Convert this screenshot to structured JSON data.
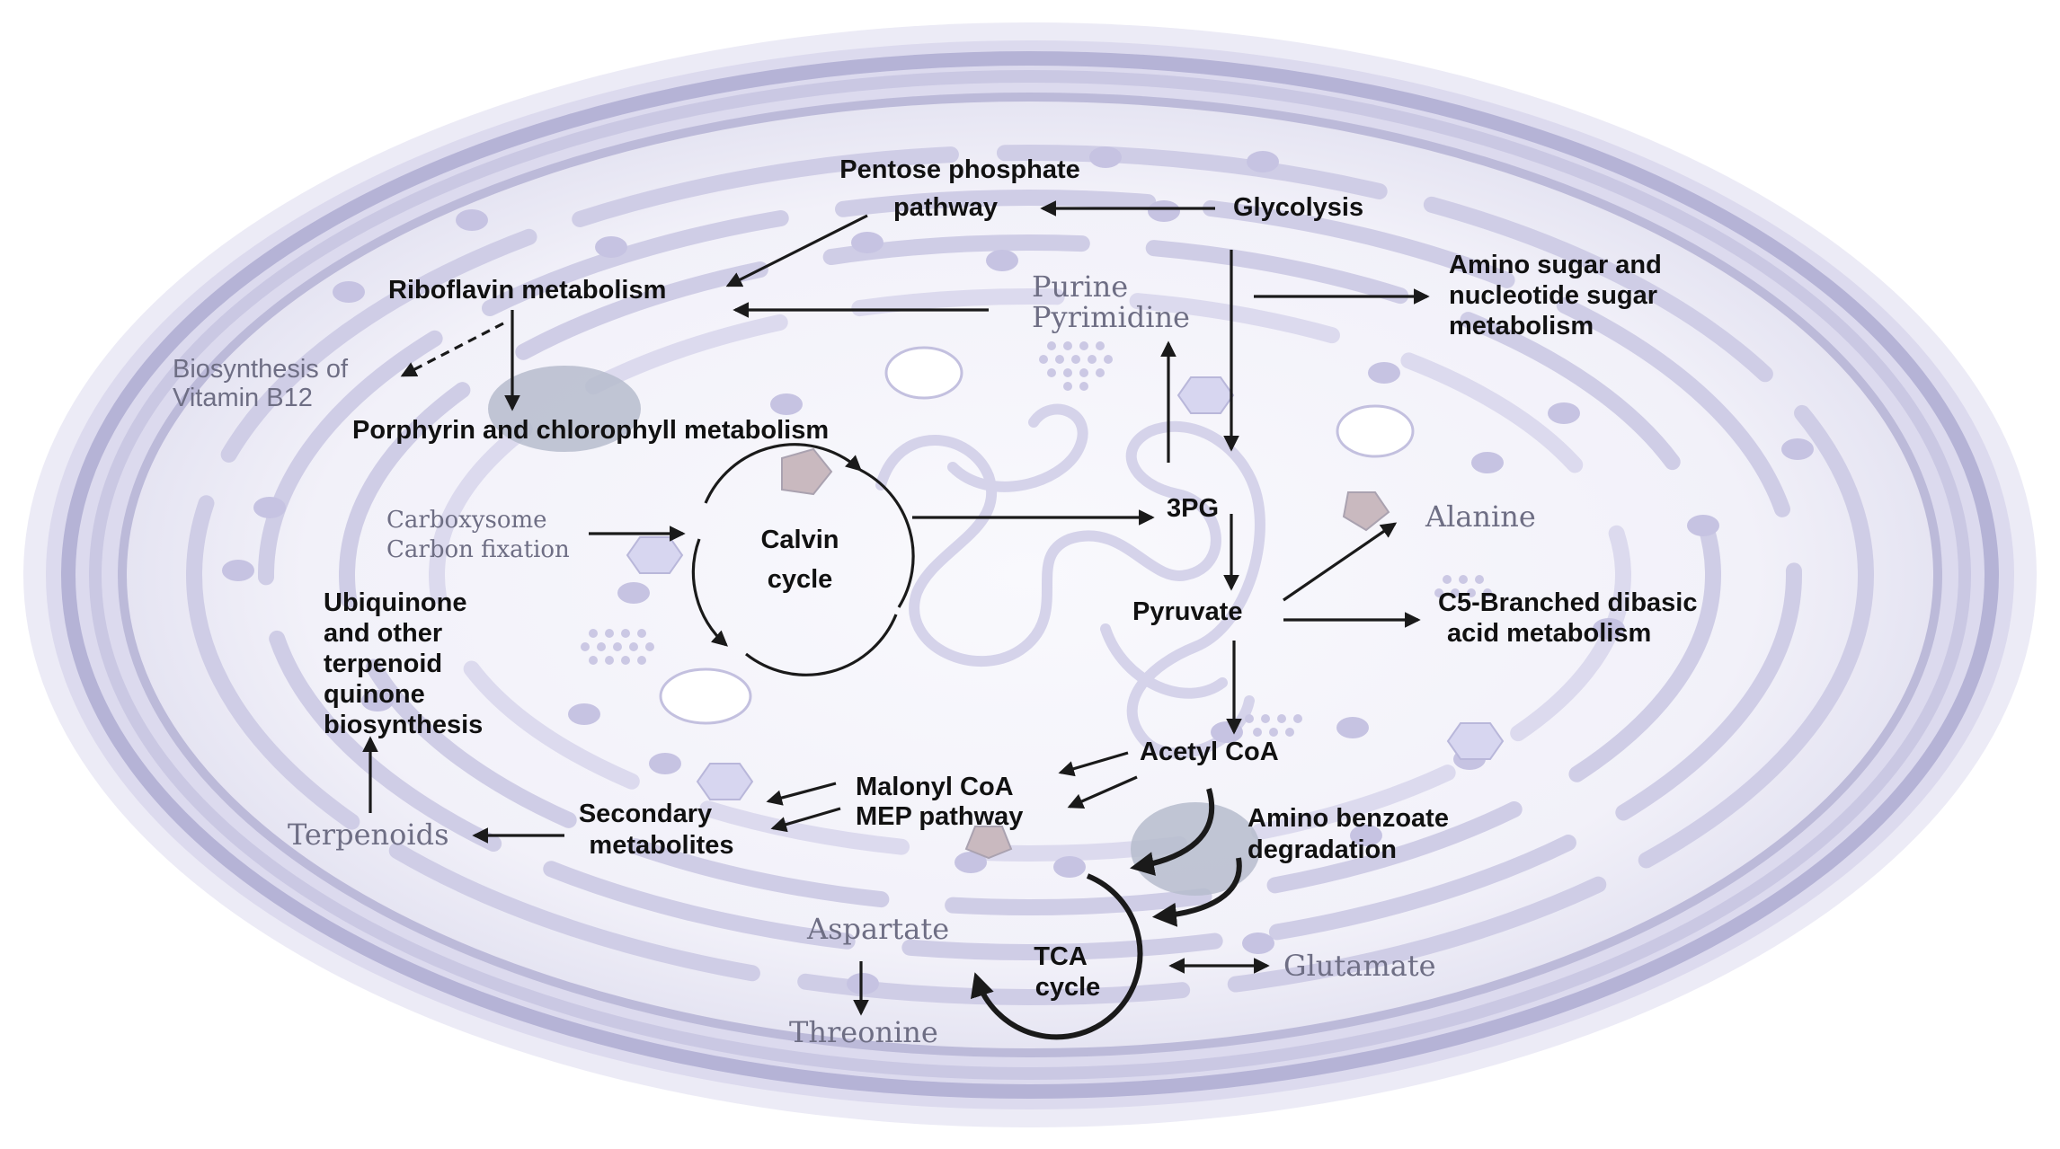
{
  "labels": {
    "pentose_line1": "Pentose phosphate",
    "pentose_line2": "pathway",
    "glycolysis": "Glycolysis",
    "riboflavin": "Riboflavin  metabolism",
    "purine": "Purine",
    "pyrimidine": "Pyrimidine",
    "amino_sugar_1": "Amino sugar and",
    "amino_sugar_2": "nucleotide sugar",
    "amino_sugar_3": "metabolism",
    "vitb12_1": "Biosynthesis of",
    "vitb12_2": "Vitamin B12",
    "porphyrin": "Porphyrin and chlorophyll metabolism",
    "carboxysome_1": "Carboxysome",
    "carboxysome_2": "Carbon fixation",
    "calvin_1": "Calvin",
    "calvin_2": "cycle",
    "pg3": "3PG",
    "alanine": "Alanine",
    "pyruvate": "Pyruvate",
    "c5_1": "C5-Branched dibasic",
    "c5_2": "acid metabolism",
    "ubiq_1": "Ubiquinone",
    "ubiq_2": "and other",
    "ubiq_3": "terpenoid",
    "ubiq_4": "quinone",
    "ubiq_5": "biosynthesis",
    "acetyl": "Acetyl CoA",
    "malonyl": "Malonyl CoA",
    "mep": "MEP pathway",
    "secondary_1": "Secondary",
    "secondary_2": "metabolites",
    "terpenoids": "Terpenoids",
    "aminobenz_1": "Amino benzoate",
    "aminobenz_2": "degradation",
    "aspartate": "Aspartate",
    "tca_1": "TCA",
    "tca_2": "cycle",
    "glutamate": "Glutamate",
    "threonine": "Threonine"
  },
  "colors": {
    "cell_outer": "#e6e5f3",
    "cell_ring": "#b9b7d8",
    "cytoplasm": "#f4f4fa",
    "thylakoid": "#cfcde6",
    "granule": "#c6c3e2",
    "arrow": "#1a1a1a"
  }
}
